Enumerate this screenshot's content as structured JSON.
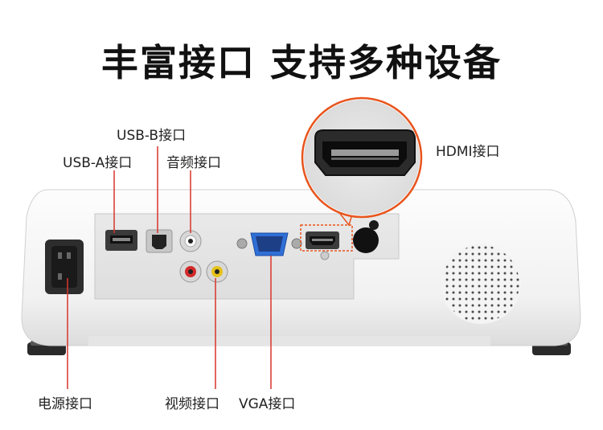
{
  "headline": "丰富接口 支持多种设备",
  "labels": {
    "usb_b": "USB-B接口",
    "usb_a": "USB-A接口",
    "audio": "音频接口",
    "hdmi": "HDMI接口",
    "power": "电源接口",
    "video": "视频接口",
    "vga": "VGA接口"
  },
  "colors": {
    "accent": "#e8541c",
    "leader": "#d9342b",
    "vga_blue": "#2f6fd6"
  }
}
